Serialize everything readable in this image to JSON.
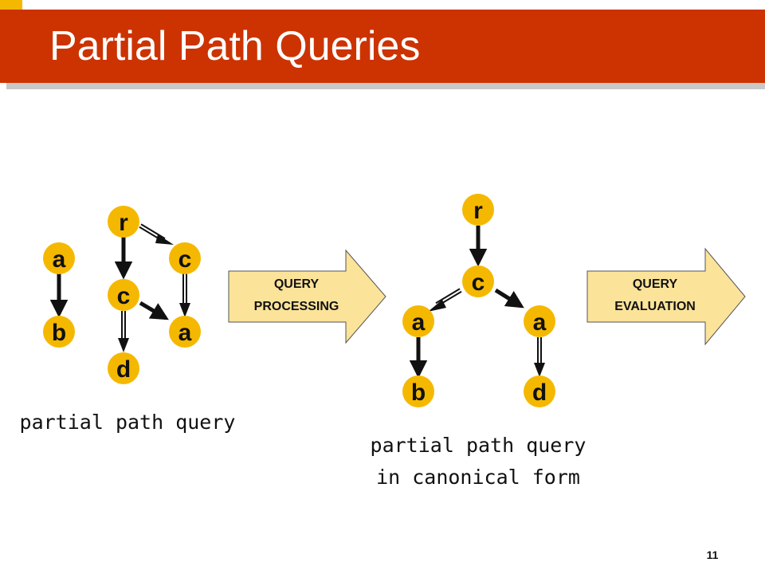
{
  "slide": {
    "title": "Partial Path Queries",
    "page_number": "11",
    "colors": {
      "title_bar": "#cc3300",
      "node_fill": "#f5b800",
      "arrow_fill": "#fbe39a",
      "accent_yellow": "#f5b800",
      "accent_orange": "#e07a10"
    }
  },
  "diagram": {
    "left_query": {
      "caption": "partial path query",
      "nodes": {
        "r": "r",
        "c_top": "c",
        "a_left": "a",
        "b_left": "b",
        "c_mid": "c",
        "a_right": "a",
        "d_bottom": "d"
      }
    },
    "processing_arrow": {
      "line1": "QUERY",
      "line2": "PROCESSING"
    },
    "canonical_query": {
      "caption_line1": "partial path query",
      "caption_line2": "in canonical form",
      "nodes": {
        "r": "r",
        "c": "c",
        "a_left": "a",
        "a_right": "a",
        "b": "b",
        "d": "d"
      }
    },
    "evaluation_arrow": {
      "line1": "QUERY",
      "line2": "EVALUATION"
    }
  }
}
